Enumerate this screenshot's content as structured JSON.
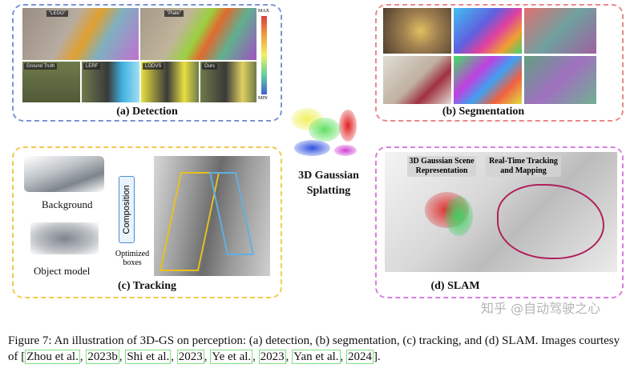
{
  "panels": {
    "detection": {
      "caption": "(a) Detection",
      "tags": [
        "\"LEGO\"",
        "\"Plate\"",
        "Ground Truth",
        "LERF",
        "LODVS",
        "Ours"
      ],
      "colorbar": {
        "max": "MAX",
        "min": "MIN"
      },
      "border_color": "#7b93d6"
    },
    "segmentation": {
      "caption": "(b) Segmentation",
      "border_color": "#e88a8a"
    },
    "tracking": {
      "caption": "(c) Tracking",
      "background": "Background",
      "object": "Object model",
      "composition": "Composition",
      "boxes": "Optimized boxes",
      "border_color": "#f2c94c"
    },
    "slam": {
      "caption": "(d) SLAM",
      "label_left": "3D Gaussian Scene Representation",
      "label_right": "Real-Time Tracking and Mapping",
      "border_color": "#d77ee0"
    }
  },
  "center": {
    "title": "3D Gaussian Splatting"
  },
  "figure_caption": {
    "text": "Figure 7: An illustration of 3D-GS on perception: (a) detection, (b) segmentation, (c) tracking, and (d) SLAM. Images courtesy of",
    "citations": [
      {
        "name": "Zhou et al.",
        "year": "2023b"
      },
      {
        "name": "Shi et al.",
        "year": "2023"
      },
      {
        "name": "Ye et al.",
        "year": "2023"
      },
      {
        "name": "Yan et al.",
        "year": "2024"
      }
    ]
  },
  "watermark": "知乎 @自动驾驶之心"
}
